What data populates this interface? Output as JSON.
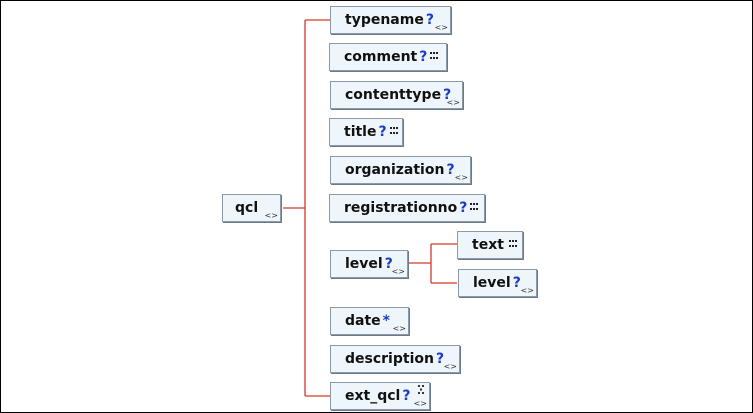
{
  "diagram": {
    "root": {
      "label": "qcl",
      "cardinality": ""
    },
    "children": [
      {
        "label": "typename",
        "cardinality": "?",
        "icon": "expand-icon"
      },
      {
        "label": "comment",
        "cardinality": "?",
        "icon": "simple-content-icon"
      },
      {
        "label": "contenttype",
        "cardinality": "?",
        "icon": "expand-icon"
      },
      {
        "label": "title",
        "cardinality": "?",
        "icon": "simple-content-icon"
      },
      {
        "label": "organization",
        "cardinality": "?",
        "icon": "expand-icon"
      },
      {
        "label": "registrationno",
        "cardinality": "?",
        "icon": "simple-content-icon"
      },
      {
        "label": "level",
        "cardinality": "?",
        "icon": "expand-icon"
      },
      {
        "label": "date",
        "cardinality": "*",
        "icon": "expand-icon"
      },
      {
        "label": "description",
        "cardinality": "?",
        "icon": "expand-icon"
      },
      {
        "label": "ext_qcl",
        "cardinality": "?",
        "icon": "sequence-expand-icon"
      }
    ],
    "level_children": [
      {
        "label": "text",
        "cardinality": "",
        "icon": "simple-content-icon"
      },
      {
        "label": "level",
        "cardinality": "?",
        "icon": "expand-icon"
      }
    ],
    "colors": {
      "connector": "#d23a2a",
      "node_fill": "#eef6fb",
      "cardinality": "#1b3cc4"
    }
  }
}
